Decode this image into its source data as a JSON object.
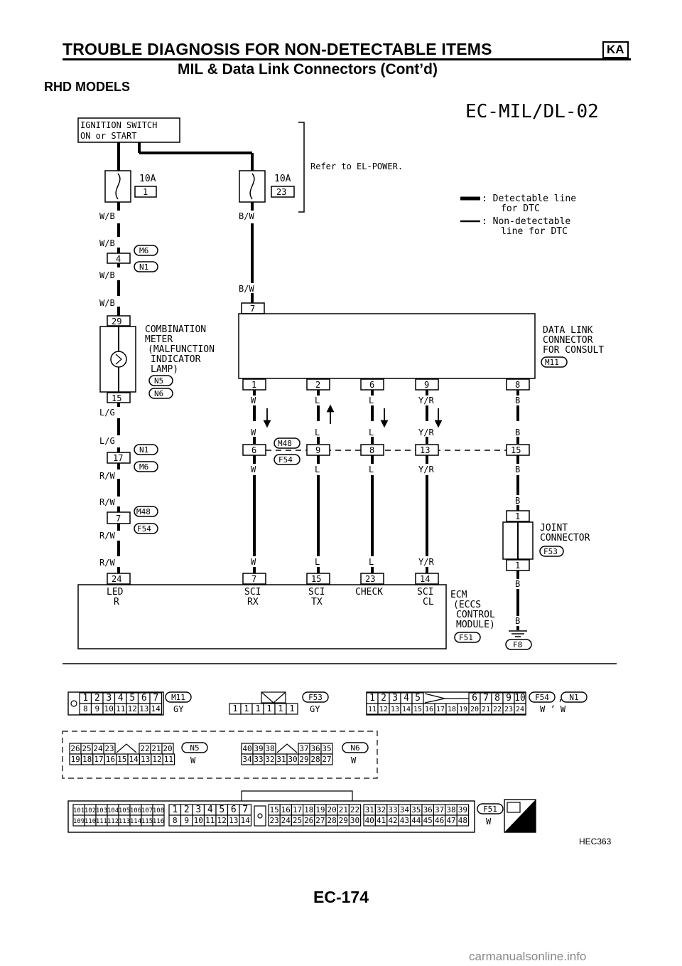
{
  "header": {
    "title": "TROUBLE DIAGNOSIS FOR NON-DETECTABLE ITEMS",
    "badge": "KA",
    "subtitle": "MIL & Data Link Connectors (Cont’d)"
  },
  "section_label": "RHD MODELS",
  "diagram": {
    "code": "EC-MIL/DL-02",
    "ignition": [
      "IGNITION SWITCH",
      "ON or START"
    ],
    "refer": "Refer to EL-POWER.",
    "fuse1": {
      "rating": "10A",
      "number": "1"
    },
    "fuse2": {
      "rating": "10A",
      "number": "23"
    },
    "legend": {
      "detectable": [
        ": Detectable line",
        "for DTC"
      ],
      "nondetectable": [
        ": Non-detectable",
        "line for DTC"
      ]
    },
    "colors": {
      "wb": "W/B",
      "bw": "B/W",
      "lg": "L/G",
      "rw": "R/W",
      "w": "W",
      "l": "L",
      "yr": "Y/R",
      "b": "B"
    },
    "conn": {
      "c4": "4",
      "m6": "M6",
      "n1": "N1",
      "c29": "29",
      "c15": "15",
      "n5": "N5",
      "n6": "N6",
      "c17": "17",
      "c7": "7",
      "m48": "M48",
      "f54": "F54",
      "f53": "F53",
      "f51": "F51",
      "f8": "F8",
      "m11": "M11"
    },
    "meter": [
      "COMBINATION",
      "METER",
      "(MALFUNCTION",
      "INDICATOR",
      "LAMP)"
    ],
    "dlc": [
      "DATA LINK",
      "CONNECTOR",
      "FOR CONSULT"
    ],
    "dlc_pins": [
      "7",
      "1",
      "2",
      "6",
      "9",
      "8"
    ],
    "mid_pins": [
      "6",
      "9",
      "8",
      "13",
      "15"
    ],
    "joint": [
      "JOINT",
      "CONNECTOR"
    ],
    "joint_pins": [
      "1",
      "1"
    ],
    "ecm_pins": [
      "24",
      "7",
      "15",
      "23",
      "14"
    ],
    "ecm_labels": [
      [
        "LED",
        "R"
      ],
      [
        "SCI",
        "RX"
      ],
      [
        "SCI",
        "TX"
      ],
      [
        "CHECK",
        ""
      ],
      [
        "SCI",
        "CL"
      ]
    ],
    "ecm_name": [
      "ECM",
      "(ECCS",
      "CONTROL",
      "MODULE)"
    ]
  },
  "connector_views": {
    "m11": {
      "row1": [
        "1",
        "2",
        "3",
        "4",
        "5",
        "6",
        "7"
      ],
      "row2": [
        "8",
        "9",
        "10",
        "11",
        "12",
        "13",
        "14"
      ],
      "id": "M11",
      "color": "GY"
    },
    "f53": {
      "row": [
        "1",
        "1",
        "1",
        "1",
        "1",
        "1"
      ],
      "id": "F53",
      "color": "GY"
    },
    "f54n1": {
      "row1": [
        "1",
        "2",
        "3",
        "4",
        "5",
        "6",
        "7",
        "8",
        "9",
        "10"
      ],
      "row2": [
        "11",
        "12",
        "13",
        "14",
        "15",
        "16",
        "17",
        "18",
        "19",
        "20",
        "21",
        "22",
        "23",
        "24"
      ],
      "id1": "F54",
      "id2": "N1",
      "color": "W ’ W"
    },
    "n5": {
      "row1": [
        "26",
        "25",
        "24",
        "23",
        "22",
        "21",
        "20"
      ],
      "row2": [
        "19",
        "18",
        "17",
        "16",
        "15",
        "14",
        "13",
        "12",
        "11"
      ],
      "id": "N5",
      "color": "W"
    },
    "n6": {
      "row1": [
        "40",
        "39",
        "38",
        "37",
        "36",
        "35"
      ],
      "row2": [
        "34",
        "33",
        "32",
        "31",
        "30",
        "29",
        "28",
        "27"
      ],
      "id": "N6",
      "color": "W"
    },
    "f51": {
      "a1": [
        "101",
        "102",
        "103",
        "104",
        "105",
        "106",
        "107",
        "108"
      ],
      "a2": [
        "109",
        "110",
        "111",
        "112",
        "113",
        "114",
        "115",
        "116"
      ],
      "b1": [
        "1",
        "2",
        "3",
        "4",
        "5",
        "6",
        "7"
      ],
      "b2": [
        "8",
        "9",
        "10",
        "11",
        "12",
        "13",
        "14"
      ],
      "c1": [
        "15",
        "16",
        "17",
        "18",
        "19",
        "20",
        "21",
        "22"
      ],
      "c2": [
        "23",
        "24",
        "25",
        "26",
        "27",
        "28",
        "29",
        "30"
      ],
      "d1": [
        "31",
        "32",
        "33",
        "34",
        "35",
        "36",
        "37",
        "38",
        "39"
      ],
      "d2": [
        "40",
        "41",
        "42",
        "43",
        "44",
        "45",
        "46",
        "47",
        "48"
      ],
      "id": "F51",
      "color": "W",
      "hs": "H.S."
    }
  },
  "figure_ref": "HEC363",
  "page_number": "EC-174",
  "watermark": "carmanualsonline.info"
}
